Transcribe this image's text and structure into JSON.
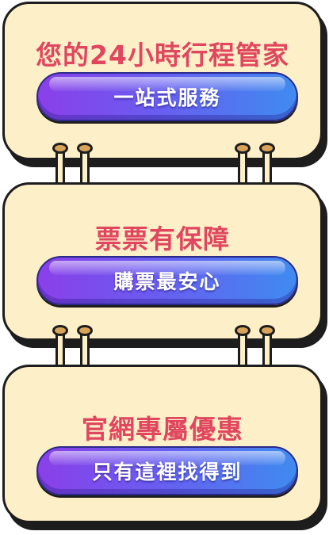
{
  "cards": [
    {
      "title": "您的24小時行程管家",
      "button": "一站式服務"
    },
    {
      "title": "票票有保障",
      "button": "購票最安心"
    },
    {
      "title": "官網專屬優惠",
      "button": "只有這裡找得到"
    }
  ],
  "colors": {
    "card_bg": "#fdefc8",
    "title": "#e0475f",
    "outline": "#1d1d1d",
    "button_left": "#8b3fe8",
    "button_right": "#3f8bf0",
    "ring_dot": "#d9a35a"
  }
}
